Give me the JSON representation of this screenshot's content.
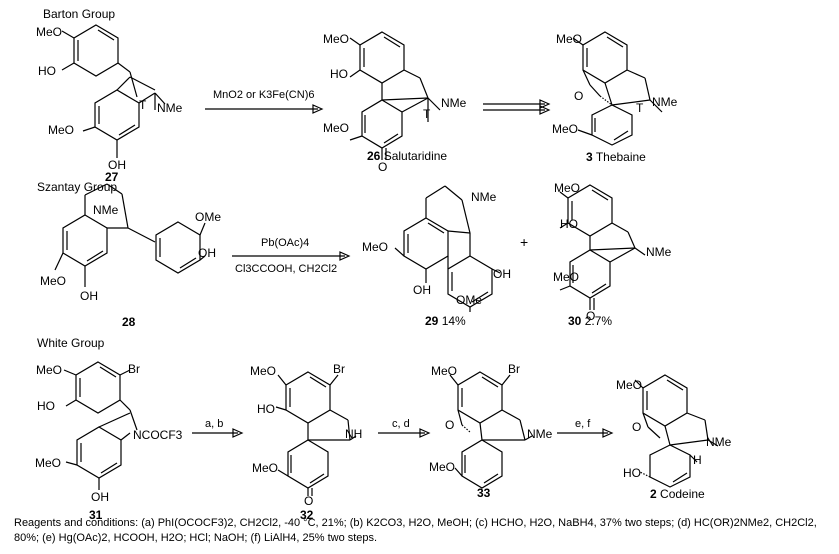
{
  "groups": {
    "barton": "Barton Group",
    "szantay": "Szantay Group",
    "white": "White Group"
  },
  "compounds": {
    "c27": "27",
    "c26": "26",
    "c26_name": "Salutaridine",
    "c3": "3",
    "c3_name": "Thebaine",
    "c28": "28",
    "c29": "29",
    "c29_yield": "14%",
    "c30": "30",
    "c30_yield": "2.7%",
    "c31": "31",
    "c32": "32",
    "c33": "33",
    "c2": "2",
    "c2_name": "Codeine"
  },
  "conditions": {
    "barton_step": "MnO2 or K3Fe(CN)6",
    "szantay_top": "Pb(OAc)4",
    "szantay_bottom": "Cl3CCOOH, CH2Cl2",
    "white_ab": "a, b",
    "white_cd": "c, d",
    "white_ef": "e, f",
    "plus": "+"
  },
  "labels": {
    "meo": "MeO",
    "ome": "OMe",
    "oh": "OH",
    "ho": "HO",
    "nme": "NMe",
    "nh": "NH",
    "t": "T",
    "o": "O",
    "br": "Br",
    "h": "H",
    "ncocf3": "NCOCF3"
  },
  "footnote": "Reagents and conditions: (a) PhI(OCOCF3)2, CH2Cl2, -40 °C, 21%; (b) K2CO3, H2O, MeOH; (c) HCHO, H2O, NaBH4, 37% two steps; (d) HC(OR)2NMe2, CH2Cl2, 80%; (e) Hg(OAc)2, HCOOH, H2O; HCl; NaOH; (f) LiAlH4, 25% two steps."
}
